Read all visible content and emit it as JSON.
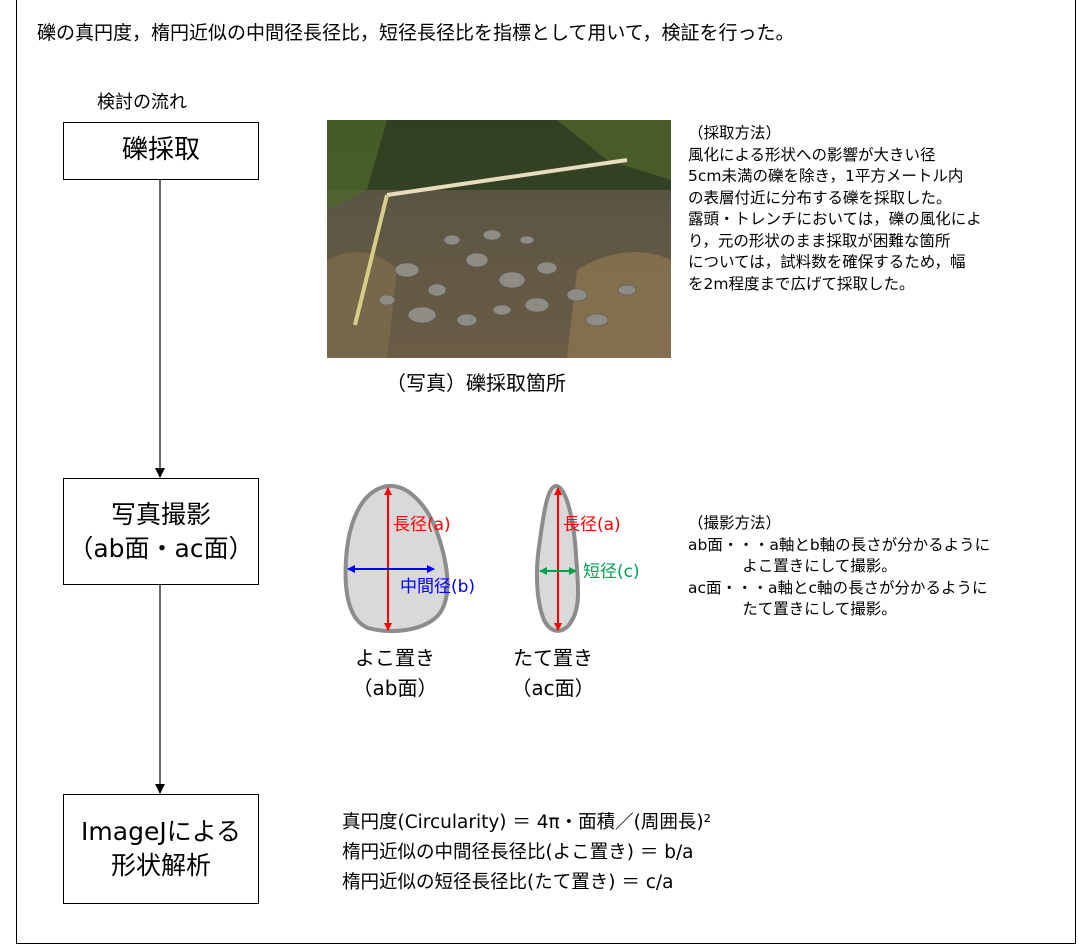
{
  "heading": "礫の真円度，楕円近似の中間径長径比，短径長径比を指標として用いて，検証を行った。",
  "flow_label": "検討の流れ",
  "steps": {
    "s1": [
      "礫採取"
    ],
    "s2": [
      "写真撮影",
      "（ab面・ac面）"
    ],
    "s3": [
      "ImageJによる",
      "形状解析"
    ]
  },
  "photo_caption": "（写真）礫採取箇所",
  "sampling_note": "（採取方法）\n風化による形状への影響が大きい径\n5cm未満の礫を除き，1平方メートル内\nの表層付近に分布する礫を採取した。\n露頭・トレンチにおいては，礫の風化によ\nり，元の形状のまま採取が困難な箇所\nについては，試料数を確保するため，幅\nを2m程度まで広げて採取した。",
  "shapes": {
    "ab": {
      "long_label": "長径(a)",
      "mid_label": "中間径(b)",
      "caption1": "よこ置き",
      "caption2": "（ab面）"
    },
    "ac": {
      "long_label": "長径(a)",
      "short_label": "短径(c)",
      "caption1": "たて置き",
      "caption2": "（ac面）"
    }
  },
  "photo_note": "（撮影方法）\nab面・・・a軸とb軸の長さが分かるように\n           よこ置きにして撮影。\nac面・・・a軸とc軸の長さが分かるように\n           たて置きにして撮影。",
  "formulas": "真円度(Circularity) ＝ 4π・面積／(周囲長)²\n楕円近似の中間径長径比(よこ置き) ＝ b/a\n楕円近似の短径長径比(たて置き) ＝ c/a",
  "colors": {
    "long_axis": "#ff0000",
    "mid_axis": "#0000ff",
    "short_axis": "#00a050",
    "pebble_fill": "#d9d9d9",
    "pebble_edge": "#8c8c8c"
  }
}
